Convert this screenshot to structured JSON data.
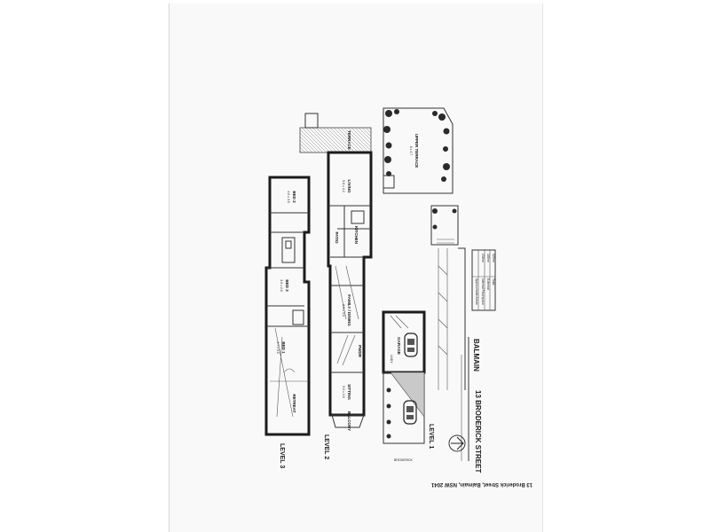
{
  "levels": {
    "level3": {
      "title": "LEVEL 3",
      "bed2": {
        "name": "BED 2",
        "dim": "4.0 x 3.0"
      },
      "bed3": {
        "name": "BED 3",
        "dim": "3.0 x 2.0"
      },
      "bed1": {
        "name": "BED 1",
        "dim": "4.7 x 3.0"
      },
      "retreat": "RETREAT"
    },
    "level2": {
      "title": "LEVEL 2",
      "terrace": "TERRACE",
      "living": {
        "name": "LIVING",
        "dim": "5.6 x 4.2"
      },
      "kitchen": "KITCHEN",
      "patio": "PATIO",
      "family": {
        "name": "FAMILY / DINING",
        "dim": "6.6 x 4.0"
      },
      "sitting": {
        "name": "SITTING",
        "dim": "5.0 x 4.0"
      },
      "balcony": "BALCONY",
      "pwdr": "PWDR"
    },
    "level1": {
      "title": "LEVEL 1",
      "garage": "GARAGE",
      "courtyard": {
        "name": "UPPER TERRACE",
        "dim": "8 x 4.7"
      },
      "laundry": "LNDY"
    }
  },
  "street": {
    "name": "13 BRODERICK STREET",
    "suburb": "BALMAIN",
    "lane": "BRODERICK"
  },
  "area_table": {
    "rows": [
      {
        "label": "Approximate Areas",
        "value": ""
      },
      {
        "label": "Internal Floorspace",
        "value": "218m²"
      },
      {
        "label": "External",
        "value": "105m²"
      },
      {
        "label": "Total",
        "value": "323m²"
      }
    ]
  },
  "address": "13 Broderick Street, Balmain, NSW 2041"
}
